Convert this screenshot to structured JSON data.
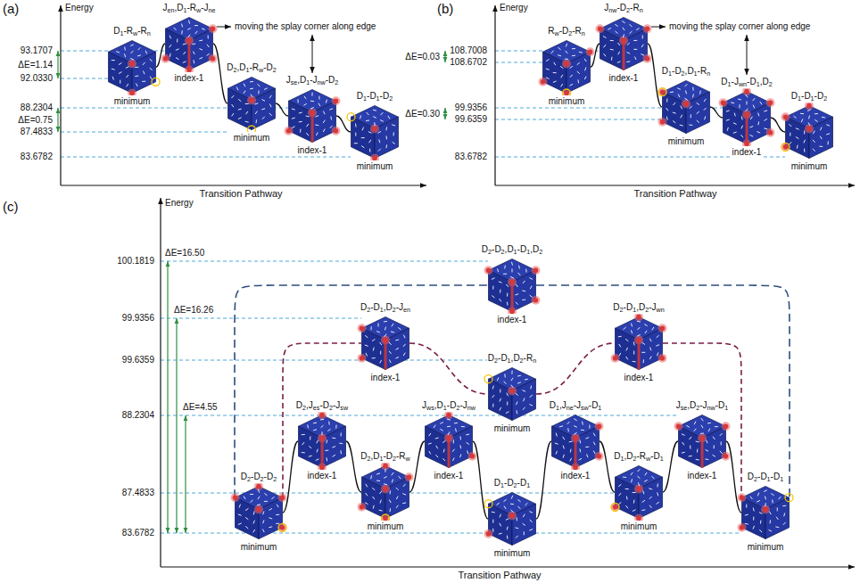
{
  "diagram": {
    "nodes": [
      {
        "text": [
          "D1-Rw-Rn",
          "minimum"
        ]
      },
      {
        "text": [
          "Jen,D1-Rw-Jne",
          "index-1"
        ]
      },
      {
        "text": [
          "D2,D1-Rw-D2",
          "minimum"
        ]
      },
      {
        "text": [
          "Jse,D1-Jnw-D2",
          "index-1"
        ]
      },
      {
        "text": [
          "D1-D1-D2",
          "minimum"
        ]
      },
      {
        "text": [
          "Rw-D2-Rn",
          "minimum"
        ]
      },
      {
        "text": [
          "Jnw-D2-Rn",
          "index-1"
        ]
      },
      {
        "text": [
          "D1-D2,D1-Rn",
          "minimum"
        ]
      },
      {
        "text": [
          "D1-Jwn-D1,D2",
          "index-1"
        ]
      },
      {
        "text": [
          "D1-D1-D2",
          "minimum"
        ]
      },
      {
        "text": [
          "D2-D2-D2",
          "minimum"
        ]
      },
      {
        "text": [
          "D2,Jes-D2-Jsw",
          "index-1"
        ]
      },
      {
        "text": [
          "D2,D1-D2-Rw",
          "minimum"
        ]
      },
      {
        "text": [
          "Jws,D1-D2-Jnw",
          "index-1"
        ]
      },
      {
        "text": [
          "D1-D2-D1",
          "minimum"
        ]
      },
      {
        "text": [
          "D1,Jne-Jsw-D1",
          "index-1"
        ]
      },
      {
        "text": [
          "D1,D2-Rw-D1",
          "minimum"
        ]
      },
      {
        "text": [
          "Jse,D2-Jnw-D1",
          "index-1"
        ]
      },
      {
        "text": [
          "D2-D1-D1",
          "minimum"
        ]
      },
      {
        "text": [
          "D2-D2,D1-D1,D2",
          "index-1"
        ]
      },
      {
        "text": [
          "D2-D1,D2-Jen",
          "index-1"
        ]
      },
      {
        "text": [
          "D2-D1,D2-Rn",
          "minimum"
        ]
      },
      {
        "text": [
          "D2-D1,D2-Jwn",
          "index-1"
        ]
      }
    ],
    "edges": [
      {
        "from": 0,
        "to": 1,
        "arrow": "none"
      },
      {
        "from": 1,
        "to": 2,
        "arrow": "none"
      },
      {
        "from": 2,
        "to": 3,
        "arrow": "none"
      },
      {
        "from": 3,
        "to": 4,
        "arrow": "none"
      },
      {
        "from": 5,
        "to": 6,
        "arrow": "none"
      },
      {
        "from": 6,
        "to": 7,
        "arrow": "none"
      },
      {
        "from": 7,
        "to": 8,
        "arrow": "none"
      },
      {
        "from": 8,
        "to": 9,
        "arrow": "none"
      },
      {
        "from": 10,
        "to": 11,
        "arrow": "none"
      },
      {
        "from": 11,
        "to": 12,
        "arrow": "none"
      },
      {
        "from": 12,
        "to": 13,
        "arrow": "none"
      },
      {
        "from": 13,
        "to": 14,
        "arrow": "none"
      },
      {
        "from": 14,
        "to": 15,
        "arrow": "none"
      },
      {
        "from": 15,
        "to": 16,
        "arrow": "none"
      },
      {
        "from": 16,
        "to": 17,
        "arrow": "none"
      },
      {
        "from": 17,
        "to": 18,
        "arrow": "none"
      },
      {
        "from": 10,
        "to": 19,
        "arrow": "none"
      },
      {
        "from": 19,
        "to": 18,
        "arrow": "none"
      },
      {
        "from": 10,
        "to": 20,
        "arrow": "none"
      },
      {
        "from": 20,
        "to": 21,
        "arrow": "none"
      },
      {
        "from": 21,
        "to": 22,
        "arrow": "none"
      },
      {
        "from": 22,
        "to": 18,
        "arrow": "none"
      }
    ],
    "labels": [
      "(a)",
      "Energy",
      "93.1707",
      "92.0330",
      "88.2304",
      "87.4833",
      "83.6782",
      "ΔE=1.14",
      "ΔE=0.75",
      "moving the splay corner along edge",
      "Transition Pathway",
      "(b)",
      "Energy",
      "108.7008",
      "108.6702",
      "99.9356",
      "99.6359",
      "83.6782",
      "ΔE=0.03",
      "ΔE=0.30",
      "moving the splay corner along edge",
      "Transition Pathway",
      "(c)",
      "Energy",
      "100.1819",
      "99.9356",
      "99.6359",
      "88.2304",
      "87.4833",
      "83.6782",
      "ΔE=16.50",
      "ΔE=16.26",
      "ΔE=4.55",
      "Transition Pathway"
    ]
  }
}
